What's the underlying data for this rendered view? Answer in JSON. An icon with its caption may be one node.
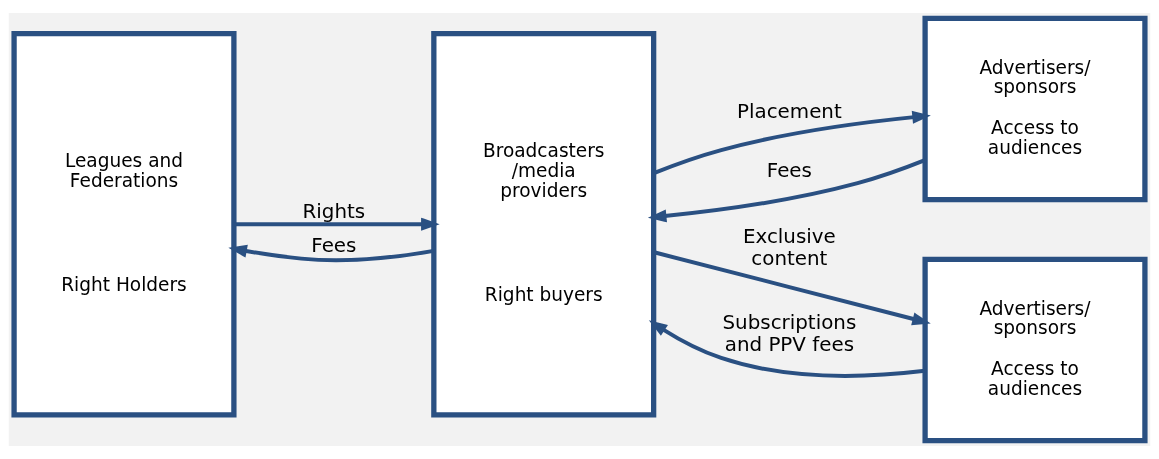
{
  "diagram": {
    "nodes": [
      {
        "text": [
          "Leagues and Federations",
          "Right Holders"
        ]
      },
      {
        "text": [
          "Broadcasters /media providers",
          "Right buyers"
        ]
      },
      {
        "text": [
          "Advertisers/ sponsors",
          "Access to audiences"
        ]
      },
      {
        "text": [
          "Advertisers/ sponsors",
          "Access to audiences"
        ]
      }
    ],
    "edges": [
      {
        "from": 0,
        "to": 1,
        "arrow": "to",
        "label": "Rights"
      },
      {
        "from": 1,
        "to": 0,
        "arrow": "to",
        "label": "Fees"
      },
      {
        "from": 1,
        "to": 2,
        "arrow": "to",
        "label": "Placement"
      },
      {
        "from": 2,
        "to": 1,
        "arrow": "to",
        "label": "Fees"
      },
      {
        "from": 1,
        "to": 3,
        "arrow": "to",
        "label": "Exclusive content"
      },
      {
        "from": 3,
        "to": 1,
        "arrow": "to",
        "label": "Subscriptions and PPV fees"
      }
    ]
  }
}
